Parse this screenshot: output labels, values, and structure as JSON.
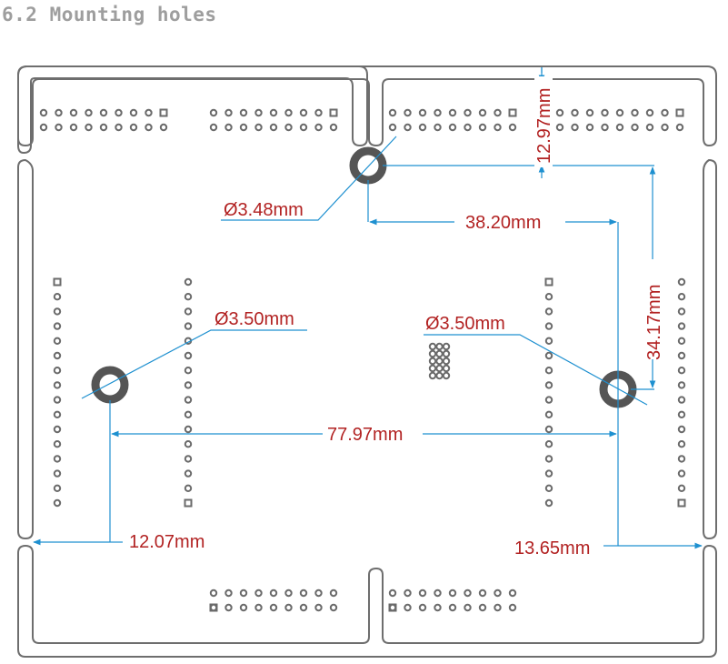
{
  "section_heading": "6.2 Mounting holes",
  "colors": {
    "outline": "#6e6e6e",
    "hole": "#555555",
    "pad": "#6a6a6a",
    "dimension_line": "#1e90d0",
    "dimension_text": "#b22222",
    "heading": "#9e9e9e"
  },
  "dimensions": {
    "top_offset": "12.97mm",
    "hole_top_diameter": "Ø3.48mm",
    "top_to_right_horizontal": "38.20mm",
    "top_to_right_vertical": "34.17mm",
    "hole_left_diameter": "Ø3.50mm",
    "hole_right_diameter": "Ø3.50mm",
    "left_to_right_horizontal": "77.97mm",
    "left_edge_offset": "12.07mm",
    "right_edge_offset": "13.65mm"
  }
}
